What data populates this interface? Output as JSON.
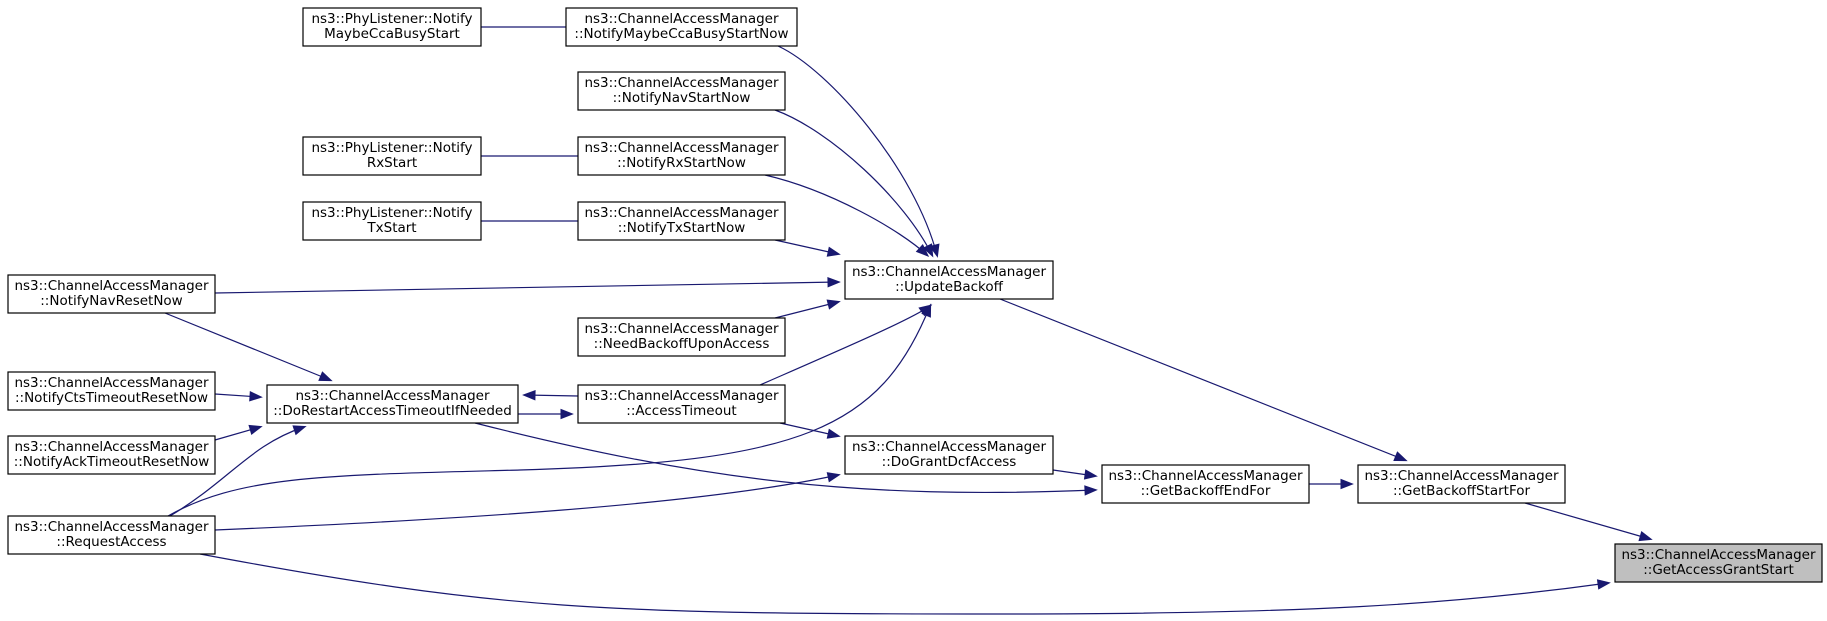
{
  "diagram": {
    "nodes": [
      {
        "id": "phyMaybe",
        "lines": [
          "ns3::PhyListener::Notify",
          "MaybeCcaBusyStart"
        ]
      },
      {
        "id": "camMaybe",
        "lines": [
          "ns3::ChannelAccessManager",
          "::NotifyMaybeCcaBusyStartNow"
        ]
      },
      {
        "id": "camNavStart",
        "lines": [
          "ns3::ChannelAccessManager",
          "::NotifyNavStartNow"
        ]
      },
      {
        "id": "phyRx",
        "lines": [
          "ns3::PhyListener::Notify",
          "RxStart"
        ]
      },
      {
        "id": "camRx",
        "lines": [
          "ns3::ChannelAccessManager",
          "::NotifyRxStartNow"
        ]
      },
      {
        "id": "phyTx",
        "lines": [
          "ns3::PhyListener::Notify",
          "TxStart"
        ]
      },
      {
        "id": "camTx",
        "lines": [
          "ns3::ChannelAccessManager",
          "::NotifyTxStartNow"
        ]
      },
      {
        "id": "updateBackoff",
        "lines": [
          "ns3::ChannelAccessManager",
          "::UpdateBackoff"
        ]
      },
      {
        "id": "navReset",
        "lines": [
          "ns3::ChannelAccessManager",
          "::NotifyNavResetNow"
        ]
      },
      {
        "id": "needBackoff",
        "lines": [
          "ns3::ChannelAccessManager",
          "::NeedBackoffUponAccess"
        ]
      },
      {
        "id": "ctsTimeout",
        "lines": [
          "ns3::ChannelAccessManager",
          "::NotifyCtsTimeoutResetNow"
        ]
      },
      {
        "id": "doRestart",
        "lines": [
          "ns3::ChannelAccessManager",
          "::DoRestartAccessTimeoutIfNeeded"
        ]
      },
      {
        "id": "accessTimeout",
        "lines": [
          "ns3::ChannelAccessManager",
          "::AccessTimeout"
        ]
      },
      {
        "id": "ackTimeout",
        "lines": [
          "ns3::ChannelAccessManager",
          "::NotifyAckTimeoutResetNow"
        ]
      },
      {
        "id": "doGrant",
        "lines": [
          "ns3::ChannelAccessManager",
          "::DoGrantDcfAccess"
        ]
      },
      {
        "id": "backoffEnd",
        "lines": [
          "ns3::ChannelAccessManager",
          "::GetBackoffEndFor"
        ]
      },
      {
        "id": "backoffStart",
        "lines": [
          "ns3::ChannelAccessManager",
          "::GetBackoffStartFor"
        ]
      },
      {
        "id": "requestAccess",
        "lines": [
          "ns3::ChannelAccessManager",
          "::RequestAccess"
        ]
      },
      {
        "id": "grantStart",
        "lines": [
          "ns3::ChannelAccessManager",
          "::GetAccessGrantStart"
        ],
        "highlight": true
      }
    ],
    "edges": [
      {
        "from": "phyMaybe",
        "to": "camMaybe"
      },
      {
        "from": "phyRx",
        "to": "camRx"
      },
      {
        "from": "phyTx",
        "to": "camTx"
      },
      {
        "from": "camMaybe",
        "to": "updateBackoff"
      },
      {
        "from": "camNavStart",
        "to": "updateBackoff"
      },
      {
        "from": "camRx",
        "to": "updateBackoff"
      },
      {
        "from": "camTx",
        "to": "updateBackoff"
      },
      {
        "from": "navReset",
        "to": "updateBackoff"
      },
      {
        "from": "needBackoff",
        "to": "updateBackoff"
      },
      {
        "from": "accessTimeout",
        "to": "updateBackoff"
      },
      {
        "from": "requestAccess",
        "to": "updateBackoff"
      },
      {
        "from": "navReset",
        "to": "doRestart"
      },
      {
        "from": "ctsTimeout",
        "to": "doRestart"
      },
      {
        "from": "ackTimeout",
        "to": "doRestart"
      },
      {
        "from": "requestAccess",
        "to": "doRestart"
      },
      {
        "from": "accessTimeout",
        "to": "doRestart"
      },
      {
        "from": "doRestart",
        "to": "accessTimeout"
      },
      {
        "from": "accessTimeout",
        "to": "doGrant"
      },
      {
        "from": "requestAccess",
        "to": "doGrant"
      },
      {
        "from": "doRestart",
        "to": "backoffEnd"
      },
      {
        "from": "doGrant",
        "to": "backoffEnd"
      },
      {
        "from": "updateBackoff",
        "to": "backoffStart"
      },
      {
        "from": "backoffEnd",
        "to": "backoffStart"
      },
      {
        "from": "backoffStart",
        "to": "grantStart"
      },
      {
        "from": "requestAccess",
        "to": "grantStart"
      }
    ]
  }
}
